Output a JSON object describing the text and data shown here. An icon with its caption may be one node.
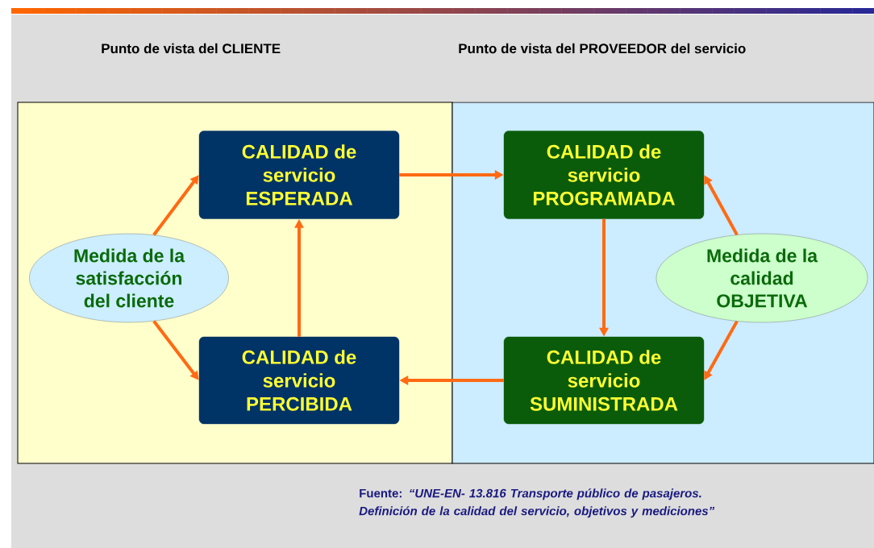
{
  "diagram": {
    "caption": "Fuente: *“UNE-EN- 13.816 Transporte público de pasajeros. Definición de la calidad del servicio, objetivos y mediciones”*",
    "nodes": [
      {
        "text": [
          "Punto de vista del CLIENTE"
        ]
      },
      {
        "text": [
          "Punto de vista del PROVEEDOR del servicio"
        ]
      },
      {
        "text": [
          "CALIDAD de servicio ESPERADA"
        ],
        "in": 0
      },
      {
        "text": [
          "CALIDAD de servicio PROGRAMADA"
        ],
        "in": 1
      },
      {
        "text": [
          "Medida de la satisfacción del cliente"
        ],
        "in": 0
      },
      {
        "text": [
          "Medida de la calidad OBJETIVA"
        ],
        "in": 1
      },
      {
        "text": [
          "CALIDAD de servicio PERCIBIDA"
        ],
        "in": 0
      },
      {
        "text": [
          "CALIDAD de servicio SUMINISTRADA"
        ],
        "in": 1
      }
    ],
    "edges": [
      {
        "from": 2,
        "to": 3,
        "arrow": "to"
      },
      {
        "from": 3,
        "to": 7,
        "arrow": "to"
      },
      {
        "from": 7,
        "to": 6,
        "arrow": "to"
      },
      {
        "from": 6,
        "to": 2,
        "arrow": "to"
      },
      {
        "from": 4,
        "to": 2,
        "arrow": "to"
      },
      {
        "from": 4,
        "to": 6,
        "arrow": "to"
      },
      {
        "from": 5,
        "to": 3,
        "arrow": "to"
      },
      {
        "from": 5,
        "to": 7,
        "arrow": "to"
      }
    ]
  }
}
